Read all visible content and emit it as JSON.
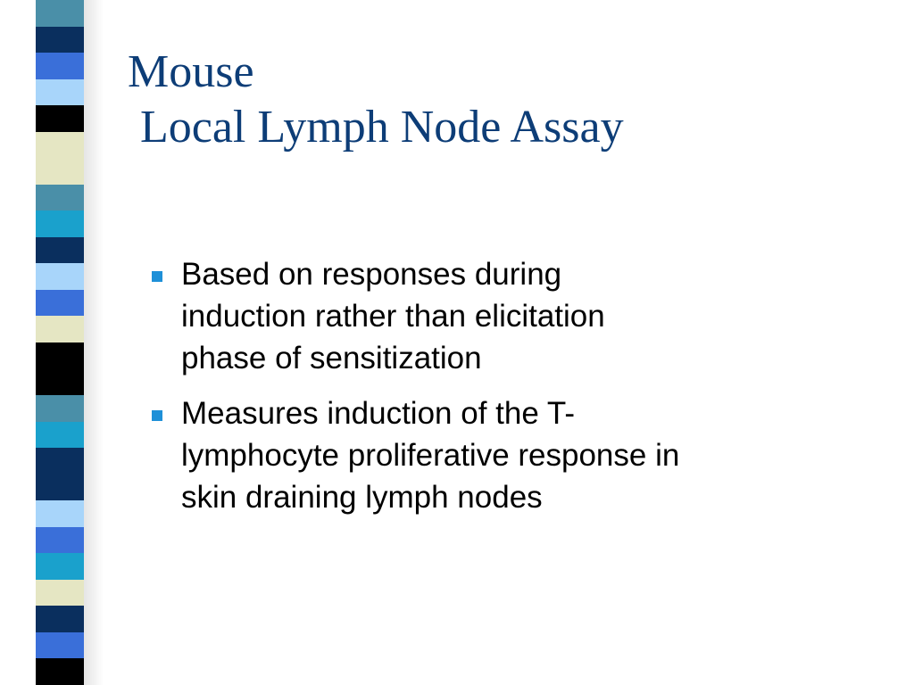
{
  "slide": {
    "title_lines": [
      "Mouse",
      "Local Lymph Node Assay"
    ],
    "bullets": [
      {
        "lines": [
          "Based on responses during",
          "induction rather than elicitation",
          "phase of sensitization"
        ]
      },
      {
        "lines": [
          "Measures induction of the T-",
          "lymphocyte proliferative response in",
          "skin draining lymph nodes"
        ]
      }
    ]
  },
  "theme": {
    "title_color": "#0d3d77",
    "bullet_marker_color": "#1e90d8",
    "strip_colors": [
      "#4a8fa8",
      "#0a2f5e",
      "#3a6fd9",
      "#000000",
      "#e5e6c3",
      "#1aa1cc",
      "#a8d5fa"
    ]
  },
  "decoration": {
    "left_strip_sequence": [
      "teal",
      "navy",
      "blue",
      "lightblue",
      "black",
      "cream",
      "cream",
      "teal",
      "cyan",
      "navy",
      "lightblue",
      "blue",
      "cream",
      "black",
      "black",
      "teal",
      "cyan",
      "navy",
      "navy",
      "lightblue",
      "blue",
      "cyan",
      "cream",
      "navy",
      "blue",
      "black"
    ]
  }
}
